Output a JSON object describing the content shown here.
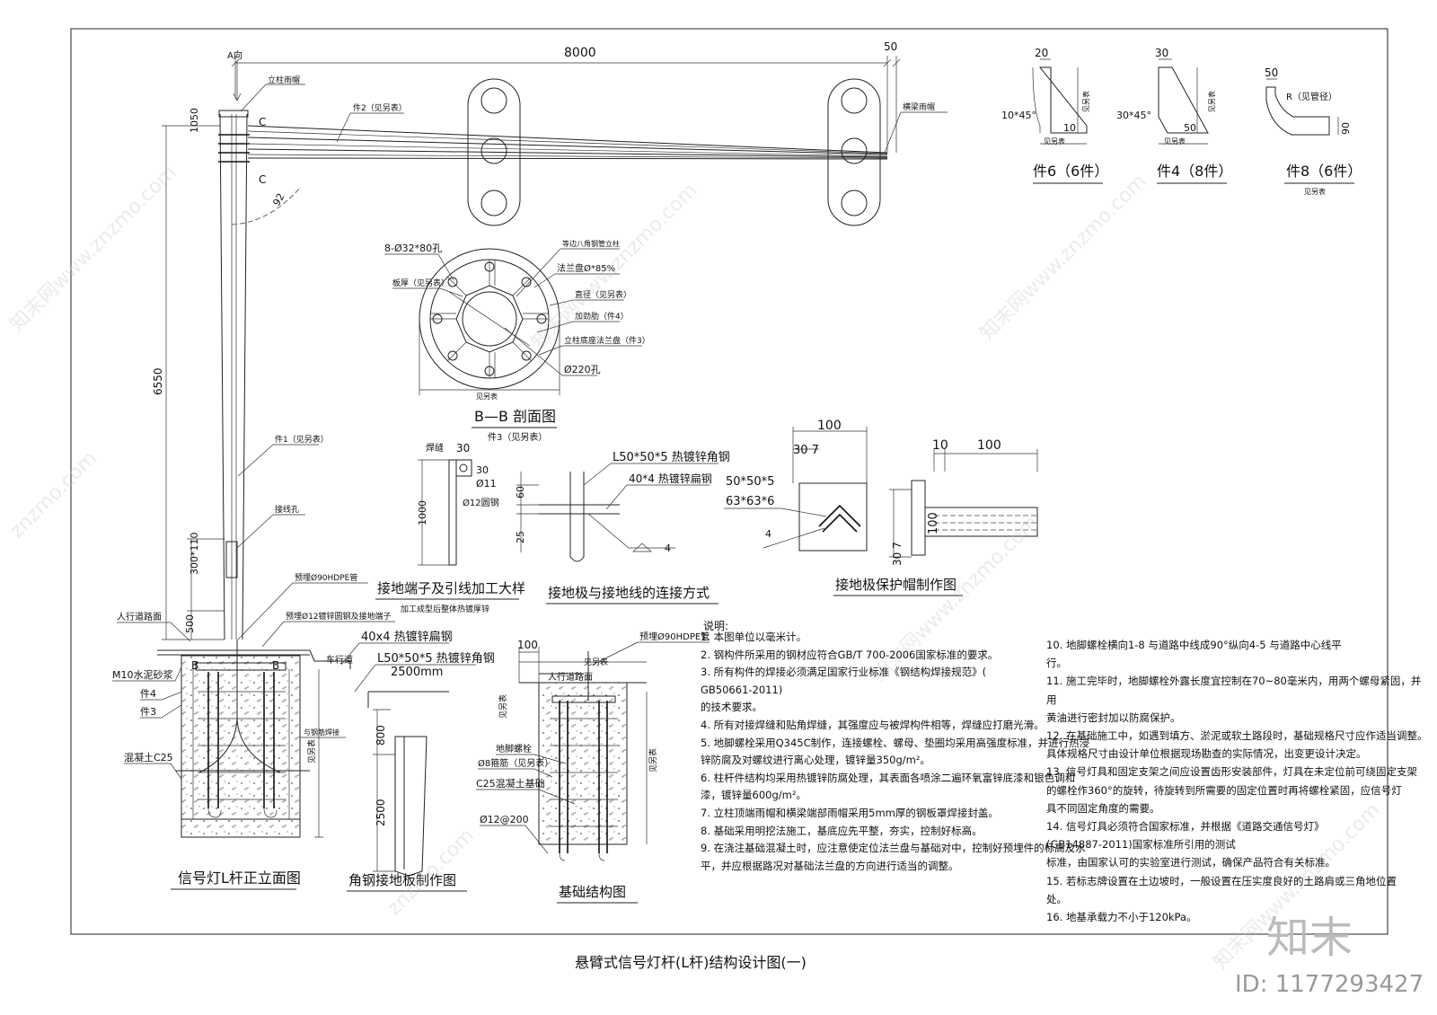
{
  "title": "悬臂式信号灯杆(L杆)结构设计图(一)",
  "elevation": {
    "dim_top": "8000",
    "dim_50": "50",
    "dim_1050": "1050",
    "dim_6550": "6550",
    "dim_300_110": "300*110",
    "dim_500": "500",
    "angle_92": "92",
    "a_dir": "A向",
    "pole_cap": "立柱雨帽",
    "beam_cap": "横梁雨帽",
    "part2": "件2（见另表）",
    "part1": "件1（见另表）",
    "wire_hole": "接线孔",
    "pre_hdpe": "预埋Ø90HDPE管",
    "pre_steel": "预埋Ø12镀锌圆钢及接地端子",
    "sidewalk": "人行道路面",
    "roadway": "车行道",
    "mortar": "M10水泥砂浆",
    "part4": "件4",
    "part3": "件3",
    "concrete": "混凝土C25",
    "weld_rebar": "与钢筋焊接",
    "see_table": "见另表",
    "label": "信号灯L杆正立面图",
    "c_mark": "C",
    "b_mark": "B"
  },
  "bb_section": {
    "hole": "8-Ø32*80孔",
    "pole": "等边八角钢管立柱",
    "flange": "法兰盘Ø*85%",
    "plate": "板厚（见另表）",
    "diameter": "直径（见另表）",
    "rib": "加劲肋（件4）",
    "base_flange": "立柱底座法兰盘（件3）",
    "hole220": "Ø220孔",
    "see": "见另表",
    "label": "B—B 剖面图",
    "sub": "件3（见另表）"
  },
  "parts": {
    "p6_label": "件6（6件）",
    "p6_d20": "20",
    "p6_chamfer": "10*45°",
    "p6_d10": "10",
    "p4_label": "件4（8件）",
    "p4_d30": "30",
    "p4_chamfer": "30*45°",
    "p4_d50": "50",
    "p8_label": "件8（6件）",
    "p8_d50": "50",
    "p8_r": "R（见管径）",
    "p8_d90": "90",
    "see": "见另表"
  },
  "ground_terminal": {
    "weld": "焊缝",
    "d30": "30",
    "d30b": "30",
    "phi11": "Ø11",
    "phi12": "Ø12圆钢",
    "d1000": "1000",
    "label": "接地端子及引线加工大样",
    "sub": "加工成型后整体热镀厚锌"
  },
  "ground_conn": {
    "angle": "L50*50*5 热镀锌角钢",
    "flat": "40*4 热镀锌扁钢",
    "d60": "60",
    "d25": "25",
    "weld4": "4",
    "label": "接地极与接地线的连接方式"
  },
  "cap": {
    "d100": "100",
    "d30_7": "30 7",
    "s1": "50*50*5",
    "s2": "63*63*6",
    "w4": "4",
    "d10": "10",
    "d100b": "100",
    "d100v": "100",
    "d307": "30 7",
    "label": "接地极保护帽制作图"
  },
  "angle_plate": {
    "flat": "40x4 热镀锌扁钢",
    "angle": "L50*50*5 热镀锌角钢",
    "len": "2500mm",
    "d800": "800",
    "d2500": "2500",
    "label": "角钢接地板制作图"
  },
  "foundation": {
    "d100": "100",
    "see1": "见另表",
    "hdpe": "预埋Ø90HDPE管",
    "sidewalk": "人行道路面",
    "see2": "见另表",
    "bolt": "地脚螺栓",
    "hoop": "Ø8箍筋（见另表）",
    "c25": "C25混凝土基础",
    "rebar": "Ø12@200",
    "label": "基础结构图"
  },
  "notes": {
    "heading": "说明:",
    "left": [
      "1. 本图单位以毫米计。",
      "2. 钢构件所采用的钢材应符合GB/T 700-2006国家标准的要求。",
      "3. 所有构件的焊接必须满足国家行业标准《钢结构焊接规范》(",
      "GB50661-2011)",
      "的技术要求。",
      "4. 所有对接焊缝和贴角焊缝，其强度应与被焊构件相等，焊缝应打磨光滑。",
      "5. 地脚螺栓采用Q345C制作，连接螺栓、螺母、垫圈均采用高强度标准，并进行热浸",
      "锌防腐及对螺纹进行离心处理，镀锌量350g/m²。",
      "6. 柱杆件结构均采用热镀锌防腐处理，其表面各喷涂二遍环氧富锌底漆和银色调和",
      "漆，镀锌量600g/m²。",
      "7. 立柱顶端雨帽和横梁端部雨帽采用5mm厚的钢板罩焊接封盖。",
      "8. 基础采用明挖法施工，基底应先平整，夯实，控制好标高。",
      "9. 在浇注基础混凝土时，应注意使定位法兰盘与基础对中，控制好预埋件的标高及水",
      "平，并应根据路况对基础法兰盘的方向进行适当的调整。"
    ],
    "right": [
      "10. 地脚螺栓横向1-8 与道路中线成90°纵向4-5 与道路中心线平",
      "行。",
      "11. 施工完毕时，地脚螺栓外露长度宜控制在70~80毫米内，用两个螺母紧固，并",
      "用",
      "黄油进行密封加以防腐保护。",
      "12. 在基础施工中，如遇到填方、淤泥或软土路段时，基础规格尺寸应作适当调整。",
      "具体规格尺寸由设计单位根据现场勘查的实际情况，出变更设计决定。",
      "13. 信号灯具和固定支架之间应设置齿形安装部件，灯具在未定位前可绕固定支架",
      "的螺栓作360°的旋转，待旋转到所需要的固定位置时再将螺栓紧固，应信号灯",
      "具不同固定角度的需要。",
      "14. 信号灯具必须符合国家标准，并根据《道路交通信号灯》",
      "(GB14887-2011)国家标准所引用的测试",
      "标准，由国家认可的实验室进行测试，确保产品符合有关标准。",
      "15. 若标志牌设置在土边坡时，一般设置在压实度良好的土路肩或三角地位置",
      "处。",
      "16. 地基承载力不小于120kPa。"
    ]
  },
  "watermark": {
    "brand": "知末",
    "id": "ID: 1177293427",
    "site": "znzmo.com",
    "cn": "知末网www.znzmo.com"
  }
}
